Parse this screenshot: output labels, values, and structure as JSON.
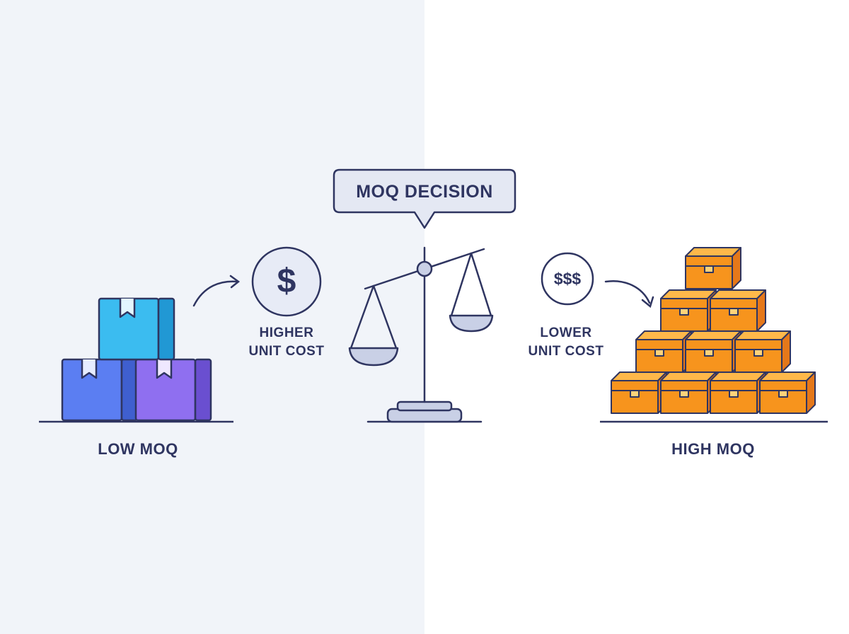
{
  "decision_label": "MOQ DECISION",
  "left": {
    "title": "LOW MOQ",
    "cost_line1": "HIGHER",
    "cost_line2": "UNIT COST",
    "coin_symbol": "$"
  },
  "right": {
    "title": "HIGH MOQ",
    "cost_line1": "LOWER",
    "cost_line2": "UNIT COST",
    "coin_symbol": "$$$"
  },
  "colors": {
    "ink": "#2f3561",
    "left_background": "#f1f4f9",
    "box_cyan": "#3bbcf0",
    "box_blue": "#5b7ef2",
    "box_purple": "#8f6ff0",
    "crate_orange": "#f7941d",
    "scale_pan": "#c9d0e6"
  },
  "icons": [
    "box-icon",
    "crate-icon",
    "dollar-coin-icon",
    "scale-icon",
    "arrow-icon",
    "speech-bubble-icon"
  ]
}
